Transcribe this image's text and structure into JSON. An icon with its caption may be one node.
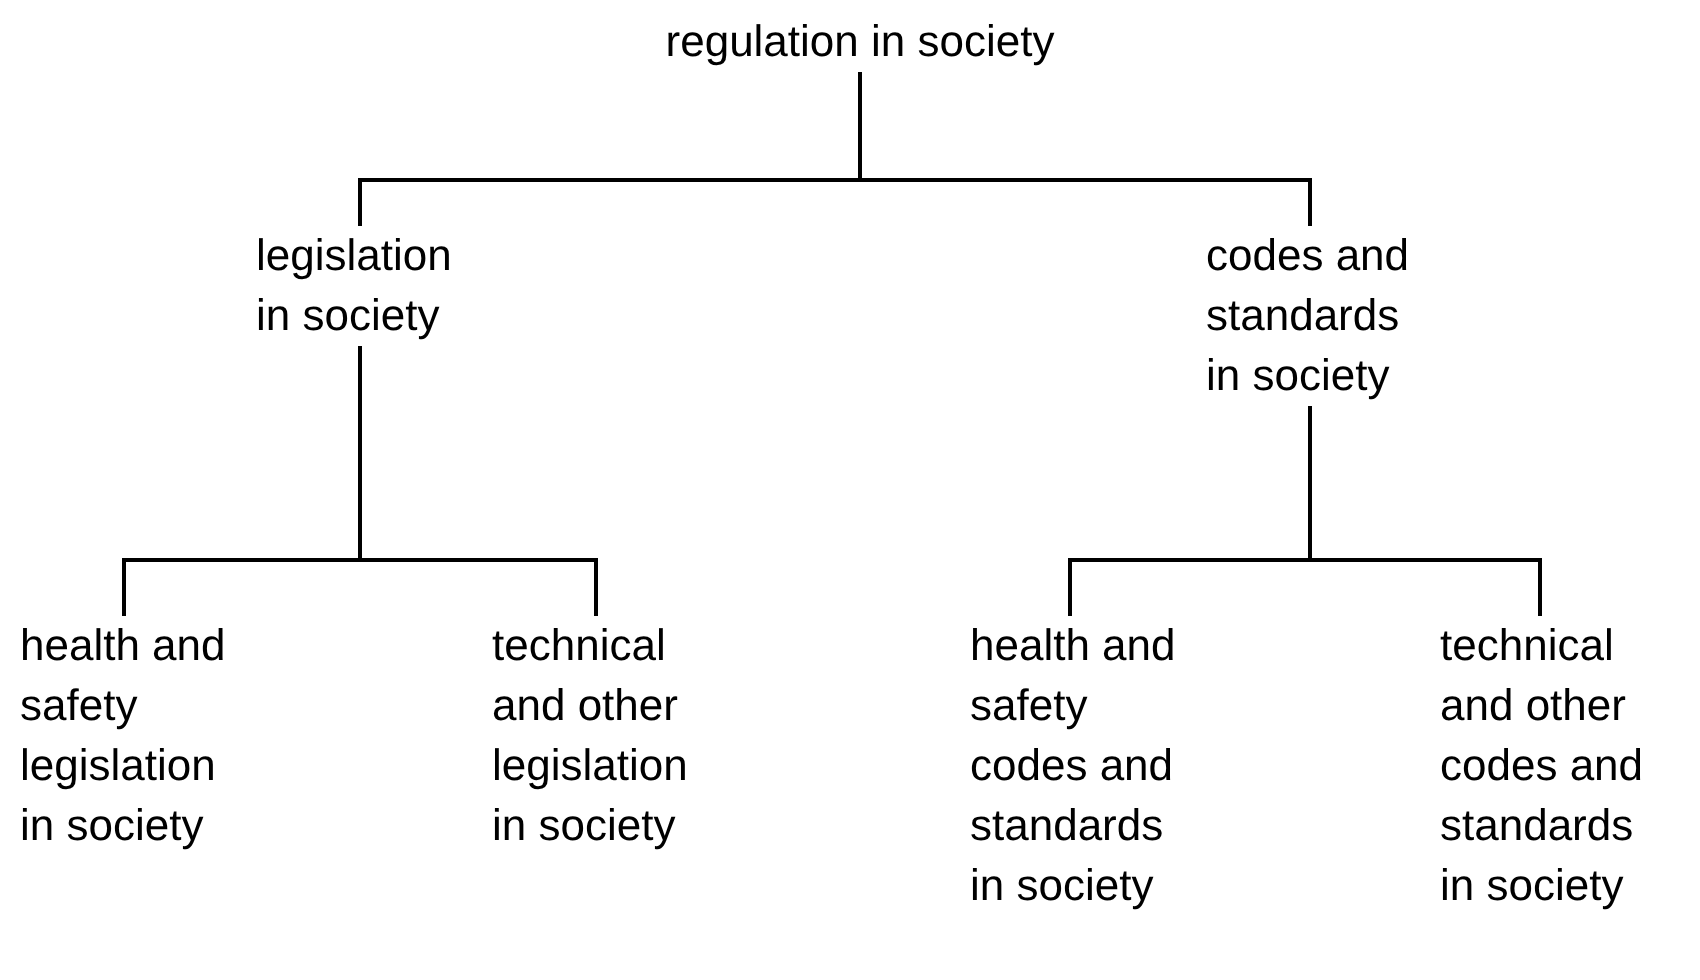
{
  "diagram": {
    "nodes": [
      {
        "text": [
          "regulation in society"
        ]
      },
      {
        "text": [
          "legislation in society"
        ]
      },
      {
        "text": [
          "codes and standards in society"
        ]
      },
      {
        "text": [
          "health and safety legislation in society"
        ]
      },
      {
        "text": [
          "technical and other legislation in society"
        ]
      },
      {
        "text": [
          "health and safety codes and standards in society"
        ]
      },
      {
        "text": [
          "technical and other codes and standards in society"
        ]
      }
    ],
    "edges": [
      {
        "from": 0,
        "to": 1,
        "arrow": "none"
      },
      {
        "from": 0,
        "to": 2,
        "arrow": "none"
      },
      {
        "from": 1,
        "to": 3,
        "arrow": "none"
      },
      {
        "from": 1,
        "to": 4,
        "arrow": "none"
      },
      {
        "from": 2,
        "to": 5,
        "arrow": "none"
      },
      {
        "from": 2,
        "to": 6,
        "arrow": "none"
      }
    ]
  }
}
